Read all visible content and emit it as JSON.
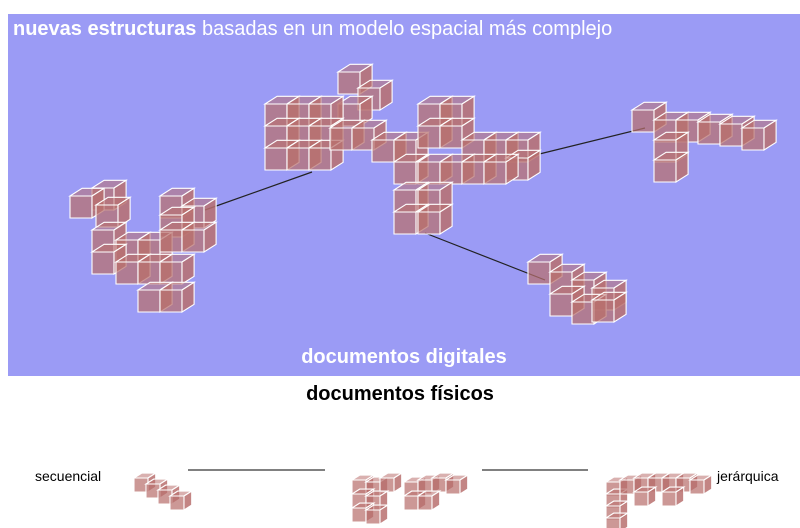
{
  "title": {
    "bold": "nuevas estructuras",
    "rest": " basadas en un modelo espacial más complejo"
  },
  "digital_label": "documentos digitales",
  "physical_label": "documentos físicos",
  "physical_row": {
    "sequential_label": "secuencial",
    "hierarchical_label": "jerárquica"
  },
  "colors": {
    "background": "#9b9bf5",
    "cube_fill": "#b9706e",
    "cube_edge": "#ffffff",
    "connector": "#222222"
  }
}
